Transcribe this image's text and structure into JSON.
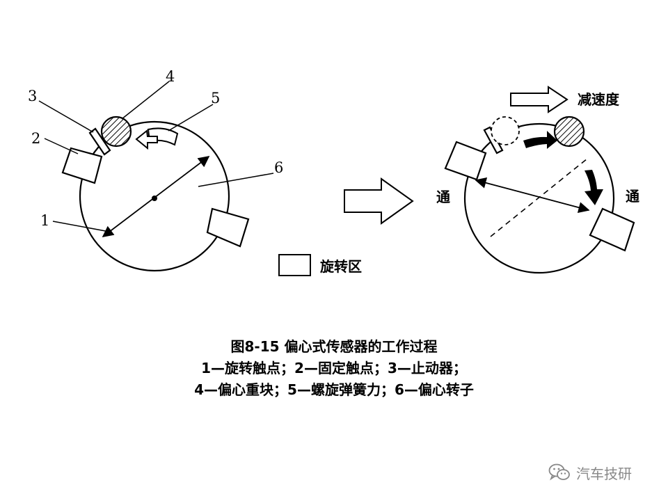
{
  "labels": {
    "n1": "1",
    "n2": "2",
    "n3": "3",
    "n4": "4",
    "n5": "5",
    "n6": "6"
  },
  "legend": {
    "rotation_zone": "旋转区"
  },
  "right_diagram": {
    "deceleration": "减速度",
    "conduct_left": "通",
    "conduct_right": "通"
  },
  "caption": {
    "title": "图8-15  偏心式传感器的工作过程",
    "line1": "1—旋转触点；2—固定触点；3—止动器；",
    "line2": "4—偏心重块；5—螺旋弹簧力；6—偏心转子"
  },
  "watermark": {
    "text": "汽车技研",
    "icon": "wechat-icon"
  },
  "colors": {
    "line": "#000000",
    "background": "#ffffff",
    "watermark": "#888888"
  }
}
